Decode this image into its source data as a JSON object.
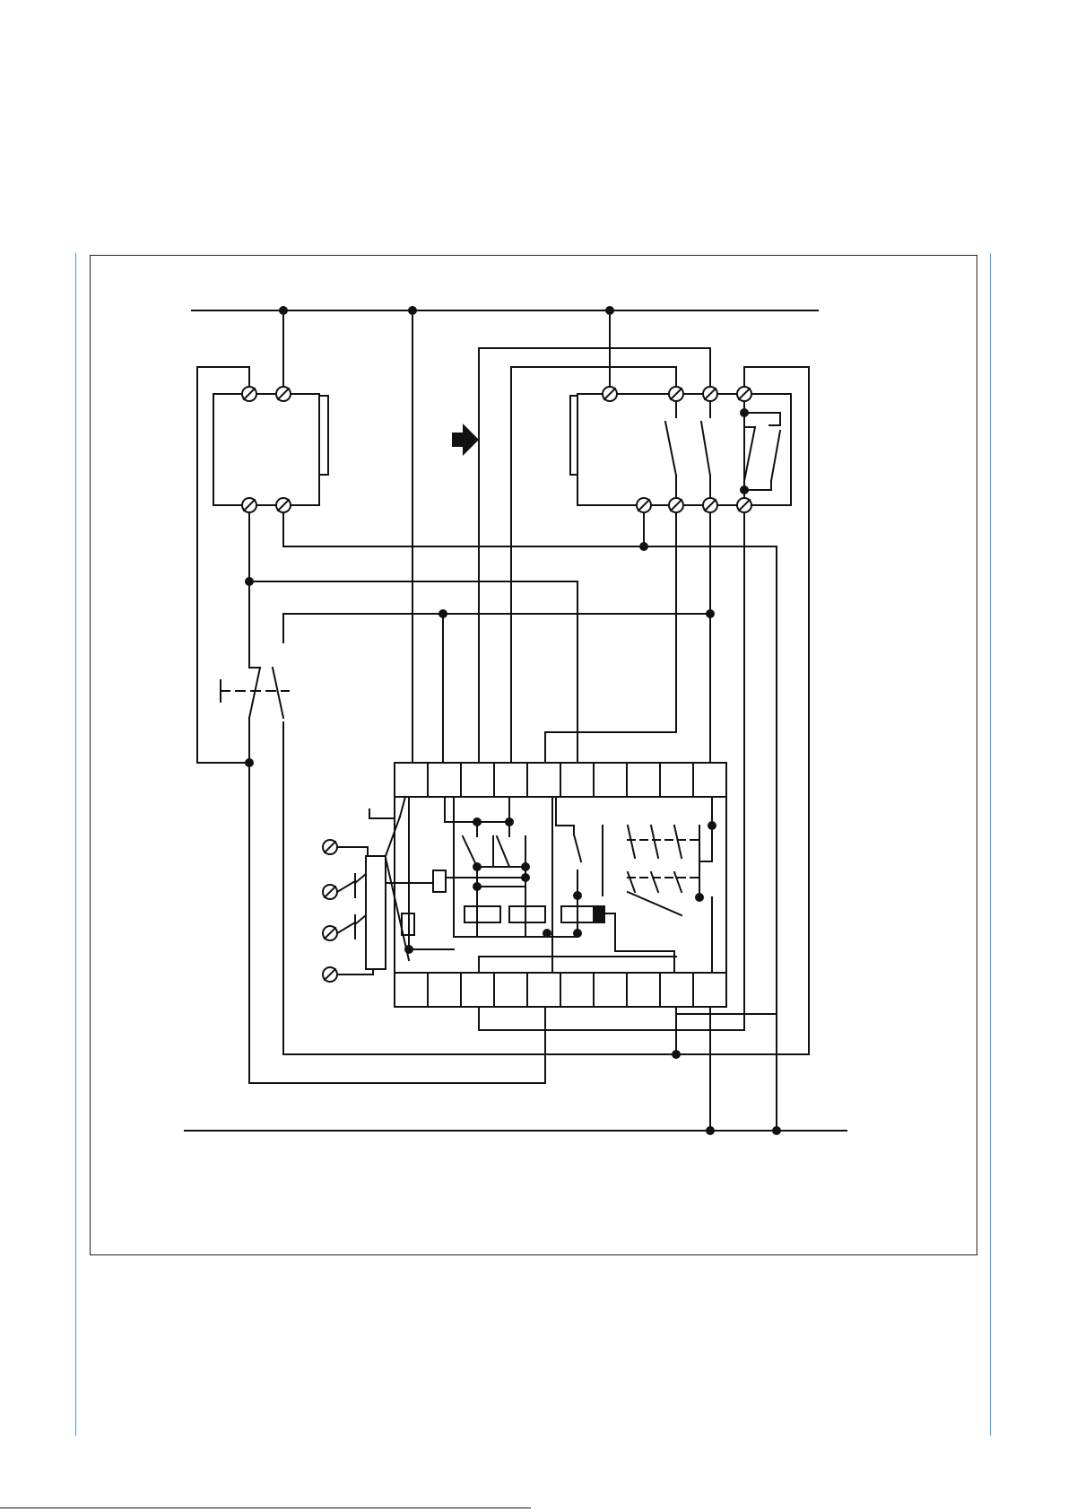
{
  "diagram": {
    "type": "wiring-schematic",
    "line_color": "#111111",
    "margin_line_color": "#3aa0e6",
    "components": [
      "supply-line-top",
      "supply-line-bottom",
      "guard-switch-left",
      "guard-switch-right",
      "emergency-stop-button",
      "safety-relay-module",
      "direction-arrow"
    ],
    "text_labels": []
  }
}
